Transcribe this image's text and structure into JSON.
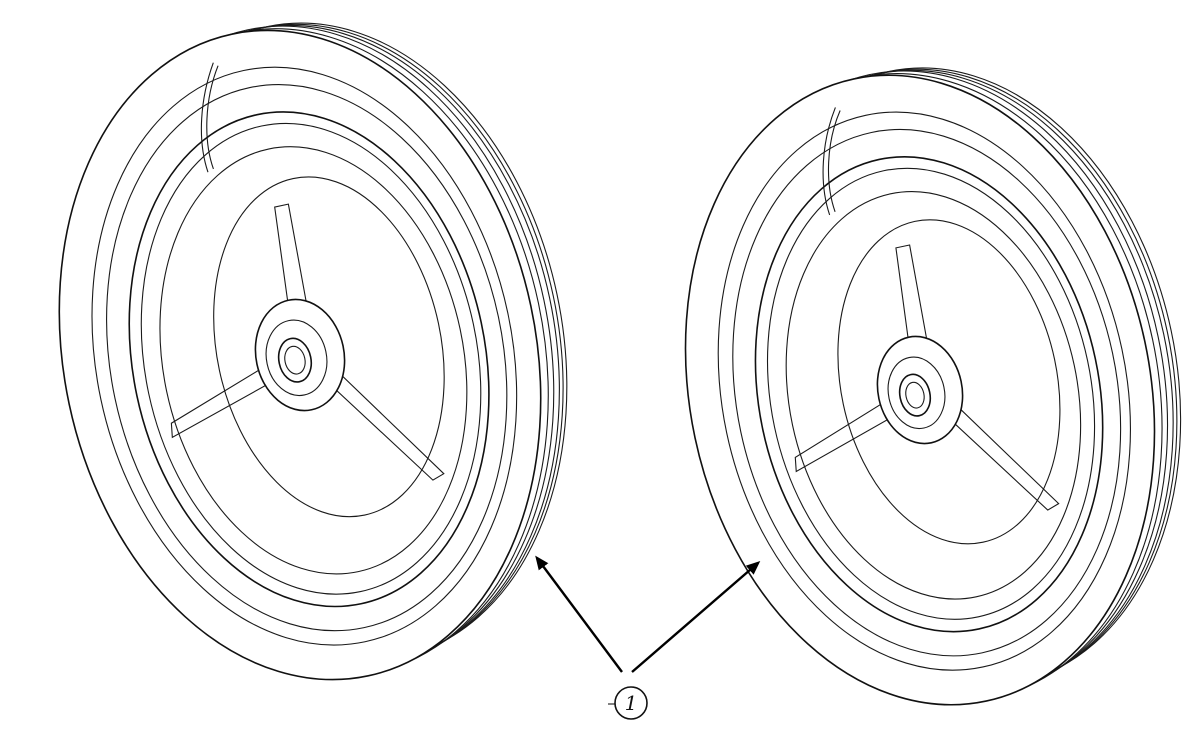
{
  "figure": {
    "callout": {
      "label": "1",
      "target_count": 2
    },
    "parts": [
      {
        "name": "left-wheel"
      },
      {
        "name": "right-wheel"
      }
    ],
    "colors": {
      "ink": "#111111",
      "background": "#ffffff"
    }
  }
}
